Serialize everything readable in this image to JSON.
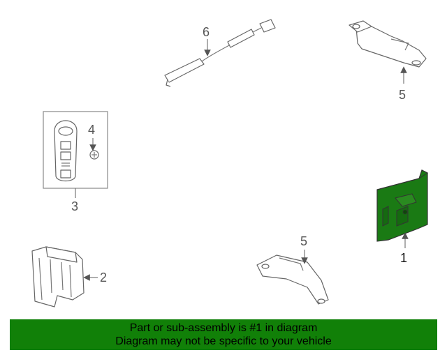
{
  "callouts": {
    "c1": "1",
    "c2": "2",
    "c3": "3",
    "c4": "4",
    "c5a": "5",
    "c5b": "5",
    "c6": "6"
  },
  "highlight_color": "#1a7a14",
  "banner": {
    "line1": "Part or sub-assembly is #1 in diagram",
    "line2": "Diagram may not be specific to your vehicle",
    "color": "#118008"
  }
}
